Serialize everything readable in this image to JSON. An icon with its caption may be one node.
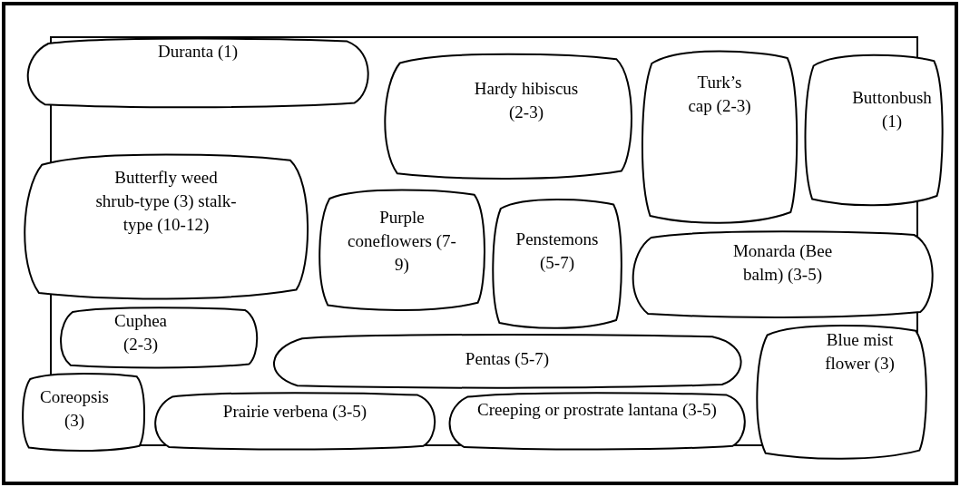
{
  "diagram": {
    "nodes": [
      {
        "text": [
          "Duranta (1)"
        ]
      },
      {
        "text": [
          "Hardy hibiscus (2-3)"
        ]
      },
      {
        "text": [
          "Turk’s cap (2-3)"
        ]
      },
      {
        "text": [
          "Buttonbush (1)"
        ]
      },
      {
        "text": [
          "Butterfly weed shrub-type (3) stalk-type (10-12)"
        ]
      },
      {
        "text": [
          "Purple coneflowers (7-9)"
        ]
      },
      {
        "text": [
          "Penstemons (5-7)"
        ]
      },
      {
        "text": [
          "Monarda (Bee balm) (3-5)"
        ]
      },
      {
        "text": [
          "Cuphea (2-3)"
        ]
      },
      {
        "text": [
          "Pentas (5-7)"
        ]
      },
      {
        "text": [
          "Blue mist flower (3)"
        ]
      },
      {
        "text": [
          "Coreopsis (3)"
        ]
      },
      {
        "text": [
          "Prairie verbena (3-5)"
        ]
      },
      {
        "text": [
          "Creeping or prostrate lantana (3-5)"
        ]
      }
    ],
    "edges": []
  }
}
